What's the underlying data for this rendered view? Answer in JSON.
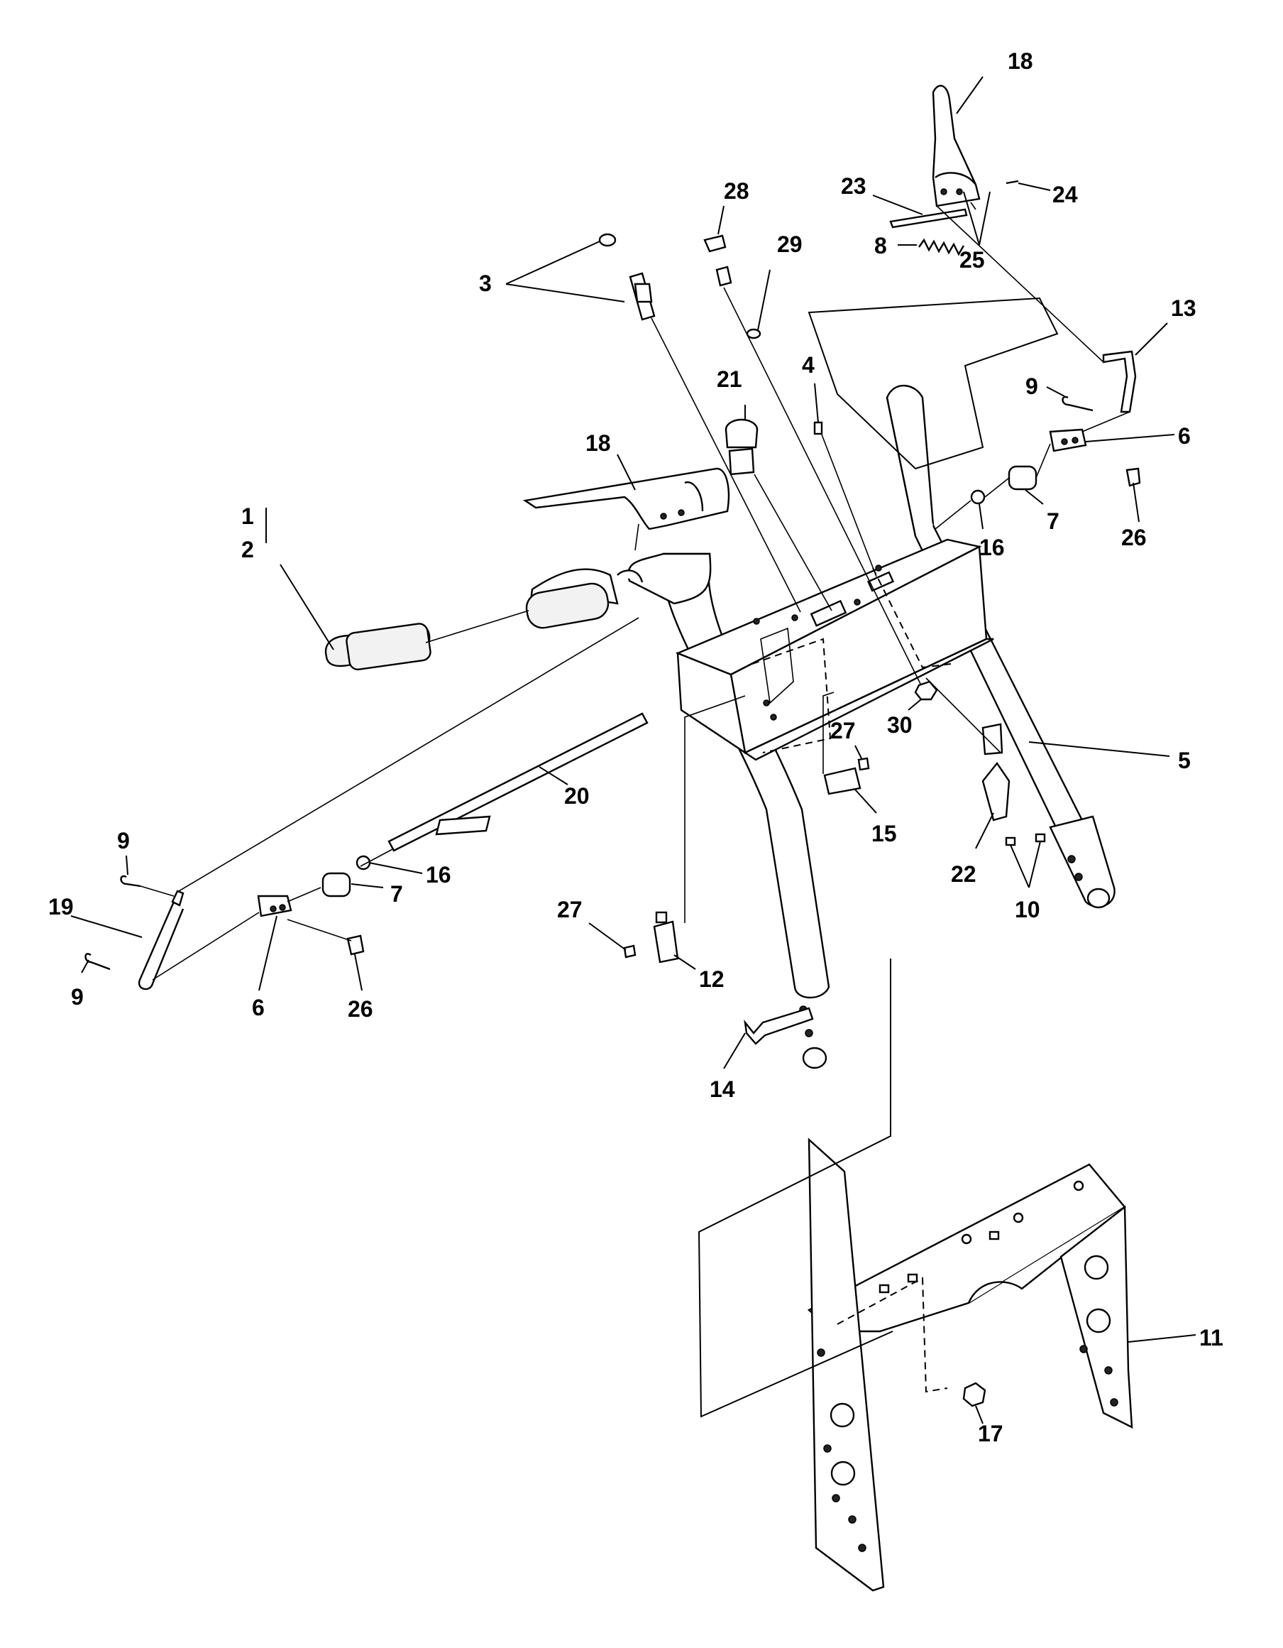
{
  "labels": {
    "l1": "1",
    "l2": "2",
    "l3": "3",
    "l4": "4",
    "l5": "5",
    "l6a": "6",
    "l6b": "6",
    "l7a": "7",
    "l7b": "7",
    "l8": "8",
    "l9a": "9",
    "l9b": "9",
    "l9c": "9",
    "l10": "10",
    "l11": "11",
    "l12": "12",
    "l13": "13",
    "l14": "14",
    "l15": "15",
    "l16a": "16",
    "l16b": "16",
    "l17": "17",
    "l18a": "18",
    "l18b": "18",
    "l19": "19",
    "l20": "20",
    "l21": "21",
    "l22": "22",
    "l23": "23",
    "l24": "24",
    "l25": "25",
    "l26a": "26",
    "l26b": "26",
    "l27a": "27",
    "l27b": "27",
    "l28": "28",
    "l29": "29",
    "l30": "30"
  }
}
